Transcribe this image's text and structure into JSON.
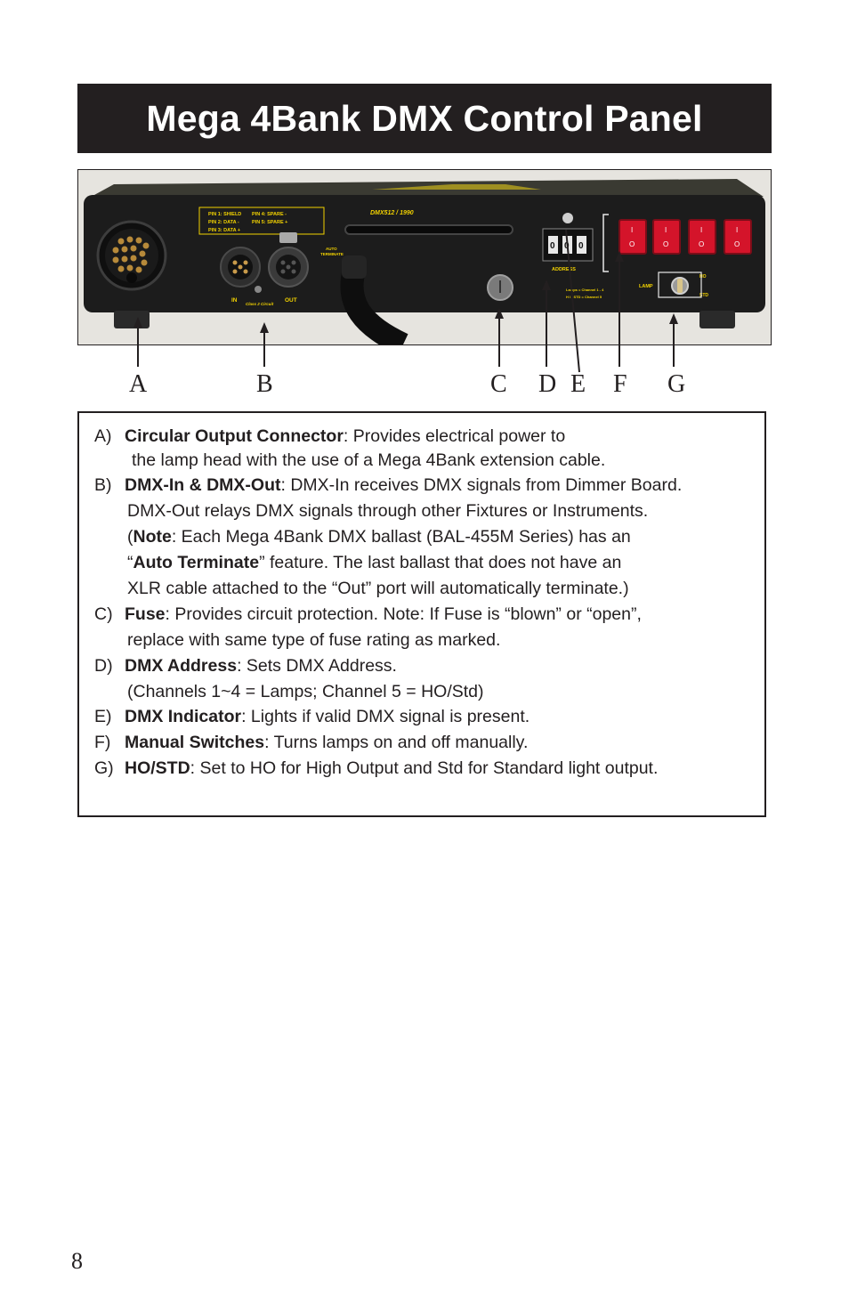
{
  "page": {
    "title": "Mega 4Bank DMX Control Panel",
    "page_number": "8"
  },
  "photo": {
    "pin_legend": [
      "PIN 1: SHIELD",
      "PIN 2: DATA  -",
      "PIN 3: DATA  +",
      "PIN 4: SPARE  -",
      "PIN 5: SPARE  +"
    ],
    "dmx_label": "DMX512 / 1990",
    "auto_terminate": [
      "AUTO",
      "TERMINATE"
    ],
    "in_label": "IN",
    "out_label": "OUT",
    "class2": "Class 2 Circuit",
    "address_label": "ADDRESS",
    "address_digits": [
      "0",
      "0",
      "0"
    ],
    "lamps_note": [
      "Lamps    = Channel 1 - 4",
      "H I / STD = Channel 5"
    ],
    "lamp_label": "LAMP",
    "ho_label": "HO",
    "std_label": "STD",
    "switch_on": "I",
    "switch_off": "O"
  },
  "callouts": [
    "A",
    "B",
    "C",
    "D",
    "E",
    "F",
    "G"
  ],
  "items": [
    {
      "letter": "A)",
      "term": "Circular Output Connector",
      "text": ":  Provides electrical power to",
      "cont": [
        "the lamp head with the use of a Mega 4Bank extension cable."
      ]
    },
    {
      "letter": "B)",
      "term": "DMX-In & DMX-Out",
      "text": ":  DMX-In receives DMX signals from Dimmer Board.",
      "cont": [
        "DMX-Out relays DMX signals through other Fixtures or Instruments."
      ]
    },
    {
      "note_open": "(",
      "note_term": "Note",
      "note_text": ": Each Mega 4Bank DMX ballast (BAL-455M Series) has an",
      "at_open": "“",
      "at_term": "Auto Terminate",
      "at_text": "” feature. The last ballast that does not have an",
      "xlr": "XLR cable attached to the “Out” port will automatically terminate.)"
    },
    {
      "letter": "C)",
      "term": "Fuse",
      "text": ":  Provides circuit protection.  Note:  If Fuse is “blown” or “open”,",
      "cont": [
        "replace with same type of fuse rating as marked."
      ]
    },
    {
      "letter": "D)",
      "term": "DMX Address",
      "text": ":  Sets DMX Address.",
      "cont": [
        "(Channels 1~4 = Lamps; Channel 5 = HO/Std)"
      ]
    },
    {
      "letter": "E)",
      "term": "DMX Indicator",
      "text": ":  Lights if valid DMX signal is present.",
      "cont": []
    },
    {
      "letter": "F)",
      "term": "Manual Switches",
      "text": ":  Turns lamps on and off manually.",
      "cont": []
    },
    {
      "letter": "G)",
      "term": "HO/STD",
      "text": ":  Set to HO for High Output and Std for Standard light output.",
      "cont": []
    }
  ],
  "colors": {
    "panel": "#1c1c1c",
    "switch_red": "#d4142a",
    "accent_yellow": "#f2d200",
    "title_bg": "#231f20"
  }
}
